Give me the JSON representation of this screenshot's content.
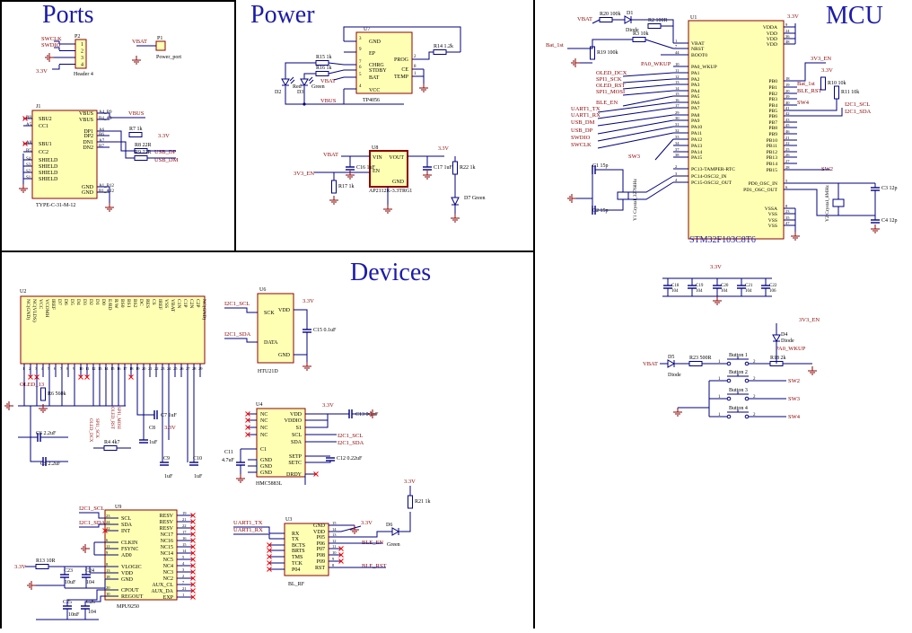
{
  "sections": {
    "ports": "Ports",
    "power": "Power",
    "mcu": "MCU",
    "devices": "Devices"
  },
  "colors": {
    "wire": "#00007f",
    "ic_fill": "#ffffb4",
    "ic_border": "#8b0000",
    "net": "#8b0000",
    "title": "#1b1baa",
    "pin": "#000000",
    "no_connect": "#ff0000"
  },
  "ports": {
    "p2": {
      "ref": "P2",
      "name": "Header 4",
      "nets": [
        "SWCLK",
        "SWDIO",
        "",
        "3.3V"
      ],
      "pins": [
        "1",
        "2",
        "3",
        "4"
      ]
    },
    "p1": {
      "ref": "P1",
      "name": "Power_port",
      "net": "VBAT",
      "pin": "1"
    },
    "j1": {
      "ref": "J1",
      "name": "TYPE-C-31-M-12",
      "left_pins": [
        "SBU2",
        "CC1",
        "SBU1",
        "CC2",
        "SHIELD",
        "SHIELD",
        "SHIELD",
        "SHIELD"
      ],
      "left_nums": [
        "B8",
        "A5",
        "A8",
        "B5",
        "S4",
        "S3",
        "S2",
        "S1"
      ],
      "right_pins": [
        "VBUS",
        "VBUS",
        "DP1",
        "DP2",
        "DN1",
        "DN2",
        "GND",
        "GND"
      ],
      "right_nums": [
        "A4_B9",
        "B4_A9",
        "A6",
        "B6",
        "A7",
        "B7",
        "A1_B12",
        "B1_A12"
      ],
      "nets": [
        "VBUS",
        "3.3V",
        "USB_DP",
        "USB_DM"
      ],
      "r7": "R7 1k",
      "r8": "R8 22R",
      "r9": "R9 22R"
    }
  },
  "power": {
    "u7": {
      "ref": "U7",
      "name": "TP4056",
      "pins": [
        "GND",
        "EP",
        "PROG",
        "CHRG",
        "STDBY",
        "TEMP",
        "BAT",
        "CE",
        "VCC"
      ],
      "nums": [
        "3",
        "9",
        "2",
        "7",
        "6",
        "1",
        "5",
        "8",
        "4"
      ]
    },
    "r15": "R15 1k",
    "r16": "R16 1k",
    "r14": "R14 1.2k",
    "leds": [
      "Red",
      "Green"
    ],
    "nets": [
      "VBAT",
      "VBUS"
    ],
    "u8": {
      "ref": "U8",
      "name": "AP2112K-3.3TRG1",
      "pins": [
        "VIN",
        "VOUT",
        "EN",
        "GND"
      ],
      "nums": [
        "1",
        "5",
        "3",
        "2"
      ]
    },
    "c16": "C16 1uF",
    "c17": "C17 1uF",
    "r17": "R17 1k",
    "r22": "R22 1k",
    "d7": "D7 Green",
    "en_net": "3V3_EN",
    "vout_net": "3.3V"
  },
  "mcu": {
    "u1": {
      "ref": "U1",
      "name": "STM32F103C8T6",
      "left": [
        "VBAT",
        "NRST",
        "BOOT0",
        "PA0_WKUP",
        "PA1",
        "PA2",
        "PA3",
        "PA4",
        "PA5",
        "PA6",
        "PA7",
        "PA8",
        "PA9",
        "PA10",
        "PA11",
        "PA12",
        "PA13",
        "PA14",
        "PA15",
        "PC13-TAMPER-RTC",
        "PC14-OSC32_IN",
        "PC15-OSC32_OUT"
      ],
      "left_nums": [
        "1",
        "7",
        "44",
        "10",
        "11",
        "12",
        "13",
        "14",
        "15",
        "16",
        "17",
        "29",
        "30",
        "31",
        "32",
        "33",
        "34",
        "37",
        "38",
        "2",
        "3",
        "4"
      ],
      "right_top": [
        "VDDA",
        "VDD",
        "VDD",
        "VDD"
      ],
      "right_top_nums": [
        "9",
        "24",
        "36",
        "48"
      ],
      "right_mid": [
        "PB0",
        "PB1",
        "PB2",
        "PB3",
        "PB4",
        "PB5",
        "PB6",
        "PB7",
        "PB8",
        "PB9",
        "PB10",
        "PB11",
        "PB12",
        "PB13",
        "PB14",
        "PB15"
      ],
      "right_mid_nums": [
        "18",
        "19",
        "20",
        "39",
        "40",
        "41",
        "42",
        "43",
        "45",
        "46",
        "21",
        "22",
        "25",
        "26",
        "27",
        "28"
      ],
      "right_osc": [
        "PD0_OSC_IN",
        "PD1_OSC_OUT"
      ],
      "right_osc_nums": [
        "5",
        "6"
      ],
      "right_bottom": [
        "VSSA",
        "VSS",
        "VSS",
        "VSS"
      ],
      "right_bottom_nums": [
        "8",
        "23",
        "35",
        "47"
      ]
    },
    "left_nets": [
      "VBAT",
      "Bat_1st",
      "PA0_WKUP",
      "OLED_DCX",
      "SPI1_SCK",
      "OLED_RST",
      "SPI1_MOSI",
      "BLE_EN",
      "UART1_TX",
      "UART1_RX",
      "USB_DM",
      "USB_DP",
      "SWDIO",
      "SWCLK",
      "SW3"
    ],
    "right_nets": [
      "3.3V",
      "3V3_EN",
      "3.3V",
      "Bat_1st",
      "BLE_RST",
      "SW4",
      "I2C1_SCL",
      "I2C1_SDA",
      "SW2"
    ],
    "d1": "D1 Diode",
    "r2": "R2 100R",
    "r3": "R3 10k",
    "r20": "R20 100k",
    "r19": "R19 100k",
    "r10": "R10 10k",
    "r11": "R11 10k",
    "c1": "C1 15p",
    "c2": "C2 15p",
    "c3": "C3 12p",
    "c4": "C4 12p",
    "y1": "Y1 Crystal_32768Hz",
    "y2": "Y2 Crystal_8MHz",
    "decoupling": [
      "C18 104",
      "C19 104",
      "C20 104",
      "C21 104",
      "C22 106"
    ],
    "buttons": [
      "Button 1",
      "Button 2",
      "Button 3",
      "Button 4"
    ],
    "btn_nets": [
      "PA0_WKUP",
      "SW2",
      "SW3",
      "SW4",
      "3V3_EN",
      "VBAT"
    ],
    "d4": "D4 Diode",
    "d5": "D5 Diode",
    "r23": "R23 500R",
    "r18": "R18 2k"
  },
  "devices": {
    "u2": {
      "ref": "U2",
      "pins": [
        "NC(GND)",
        "NC(VLDS)",
        "VCC",
        "VCOMH",
        "IREF",
        "D7",
        "D6",
        "D5",
        "D4",
        "D3",
        "D2",
        "D1",
        "D0",
        "E/RD",
        "R/W",
        "BS0",
        "BS1",
        "BS2",
        "DC",
        "RES",
        "CS",
        "IREF",
        "VSS",
        "VBAT",
        "C1N",
        "C1P",
        "C2N",
        "C2P",
        "NC(GND)"
      ]
    },
    "oled_net": "OLED_13",
    "r4": "R4 4k7",
    "r6": "R6 560k",
    "c5": "C5 2.2uF",
    "c6": "C6 2.2uF",
    "c7": "C7 1uF",
    "c8": "C8 1uF",
    "c9": "C9 1uF",
    "c10": "C10 1uF",
    "u6": {
      "ref": "U6",
      "name": "HTU21D",
      "pins": [
        "SCK",
        "VDD",
        "DATA",
        "GND"
      ],
      "nums": [
        "6",
        "2",
        "1",
        "5"
      ]
    },
    "c15": "C15 0.1uF",
    "u4": {
      "ref": "U4",
      "name": "HMC5883L",
      "left": [
        "NC",
        "NC",
        "NC",
        "NC",
        "C1",
        "GND",
        "GND",
        "GND"
      ],
      "right": [
        "VDD",
        "VDDIO",
        "S1",
        "SCL",
        "SDA",
        "SETP",
        "SETC",
        "DRDY"
      ]
    },
    "c11": "C11 4.7uF",
    "c12": "C12 0.22uF",
    "c13": "C13 0.1uF",
    "u9": {
      "ref": "U9",
      "name": "MPU9250",
      "left": [
        "SCL",
        "SDA",
        "INT",
        "CLKIN",
        "FSYNC",
        "AD0",
        "VLOGIC",
        "VDD",
        "GND",
        "CPOUT",
        "REGOUT"
      ],
      "left_nums": [
        "23",
        "24",
        "12",
        "6",
        "11",
        "9",
        "8",
        "13",
        "18",
        "20",
        "10"
      ],
      "right": [
        "RESV",
        "RESV",
        "RESV",
        "NC17",
        "NC16",
        "NC15",
        "NC14",
        "NC5",
        "NC4",
        "NC3",
        "NC2",
        "AUX_CL",
        "AUX_DA",
        "EXP"
      ],
      "right_nums": [
        "19",
        "21",
        "22",
        "17",
        "16",
        "15",
        "14",
        "5",
        "4",
        "3",
        "2",
        "7",
        "21",
        "1"
      ]
    },
    "r13": "R13 10R",
    "c23": "C23 10uF",
    "c24": "C24 104",
    "c25": "C25 10nF",
    "c26": "C26 104",
    "u3": {
      "ref": "U3",
      "name": "BL_RF",
      "left": [
        "RX",
        "TX",
        "BCTS",
        "BRTS",
        "TMS",
        "TCK",
        "P04"
      ],
      "right": [
        "GND",
        "VDD",
        "P05",
        "P06",
        "P07",
        "P08",
        "P09",
        "RST"
      ],
      "right_nums": [
        "15",
        "14",
        "13",
        "12",
        "11",
        "10",
        "9",
        "8"
      ]
    },
    "r21": "R21 1k",
    "d6": "D6 Green",
    "nets": [
      "I2C1_SCL",
      "I2C1_SDA",
      "UART1_TX",
      "UART1_RX",
      "BLE_EN",
      "BLE_RST",
      "3.3V"
    ]
  }
}
